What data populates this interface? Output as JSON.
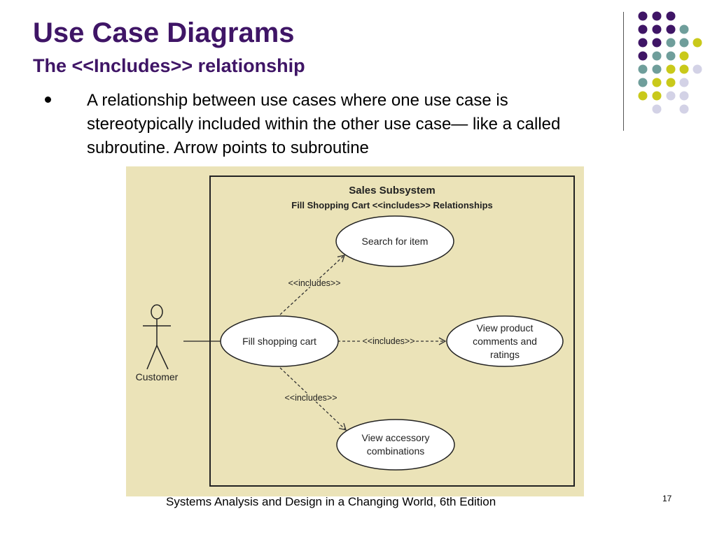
{
  "slide": {
    "title": "Use Case Diagrams",
    "subtitle": "The <<Includes>> relationship",
    "bullet": "A relationship between use cases where one use case is stereotypically included within the other use case— like a called subroutine. Arrow points to subroutine",
    "footer": "Systems Analysis and Design in a Changing World, 6th Edition",
    "page_number": "17"
  },
  "diagram": {
    "system_name": "Sales Subsystem",
    "diagram_caption": "Fill Shopping Cart <<includes>> Relationships",
    "actor": "Customer",
    "use_cases": {
      "fill_cart": "Fill shopping cart",
      "search": "Search for item",
      "view_comments": [
        "View product",
        "comments and",
        "ratings"
      ],
      "view_accessory": [
        "View accessory",
        "combinations"
      ]
    },
    "include_label": "<<includes>>"
  },
  "colors": {
    "title": "#3f1566",
    "diagram_background": "#ebe3b8",
    "dot_purple": "#3f1566",
    "dot_teal": "#6f9e9b",
    "dot_yellow": "#c9c91a",
    "dot_lavender": "#d3d2e6"
  }
}
